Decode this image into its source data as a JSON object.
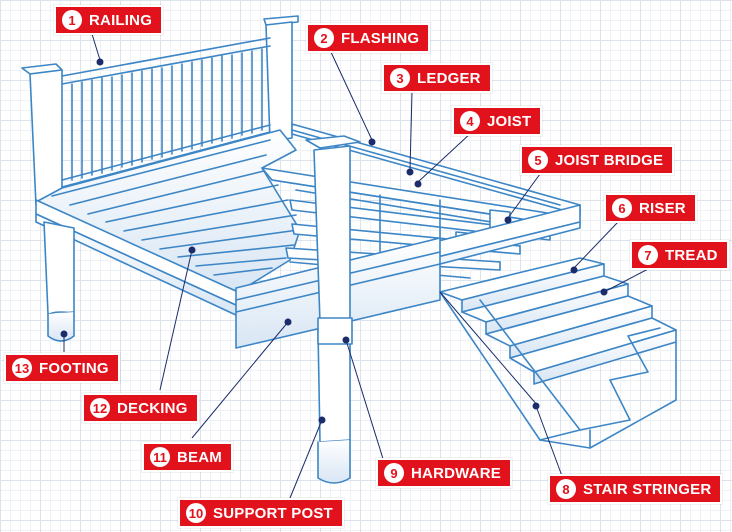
{
  "colors": {
    "line": "#3d86c6",
    "label_bg": "#e2121c",
    "label_text": "#ffffff",
    "dot": "#1b2c6b"
  },
  "labels": [
    {
      "id": "railing",
      "number": "1",
      "text": "RAILING"
    },
    {
      "id": "flashing",
      "number": "2",
      "text": "FLASHING"
    },
    {
      "id": "ledger",
      "number": "3",
      "text": "LEDGER"
    },
    {
      "id": "joist",
      "number": "4",
      "text": "JOIST"
    },
    {
      "id": "joist-bridge",
      "number": "5",
      "text": "JOIST BRIDGE"
    },
    {
      "id": "riser",
      "number": "6",
      "text": "RISER"
    },
    {
      "id": "tread",
      "number": "7",
      "text": "TREAD"
    },
    {
      "id": "stair-stringer",
      "number": "8",
      "text": "STAIR STRINGER"
    },
    {
      "id": "hardware",
      "number": "9",
      "text": "HARDWARE"
    },
    {
      "id": "support-post",
      "number": "10",
      "text": "SUPPORT POST"
    },
    {
      "id": "beam",
      "number": "11",
      "text": "BEAM"
    },
    {
      "id": "decking",
      "number": "12",
      "text": "DECKING"
    },
    {
      "id": "footing",
      "number": "13",
      "text": "FOOTING"
    }
  ]
}
